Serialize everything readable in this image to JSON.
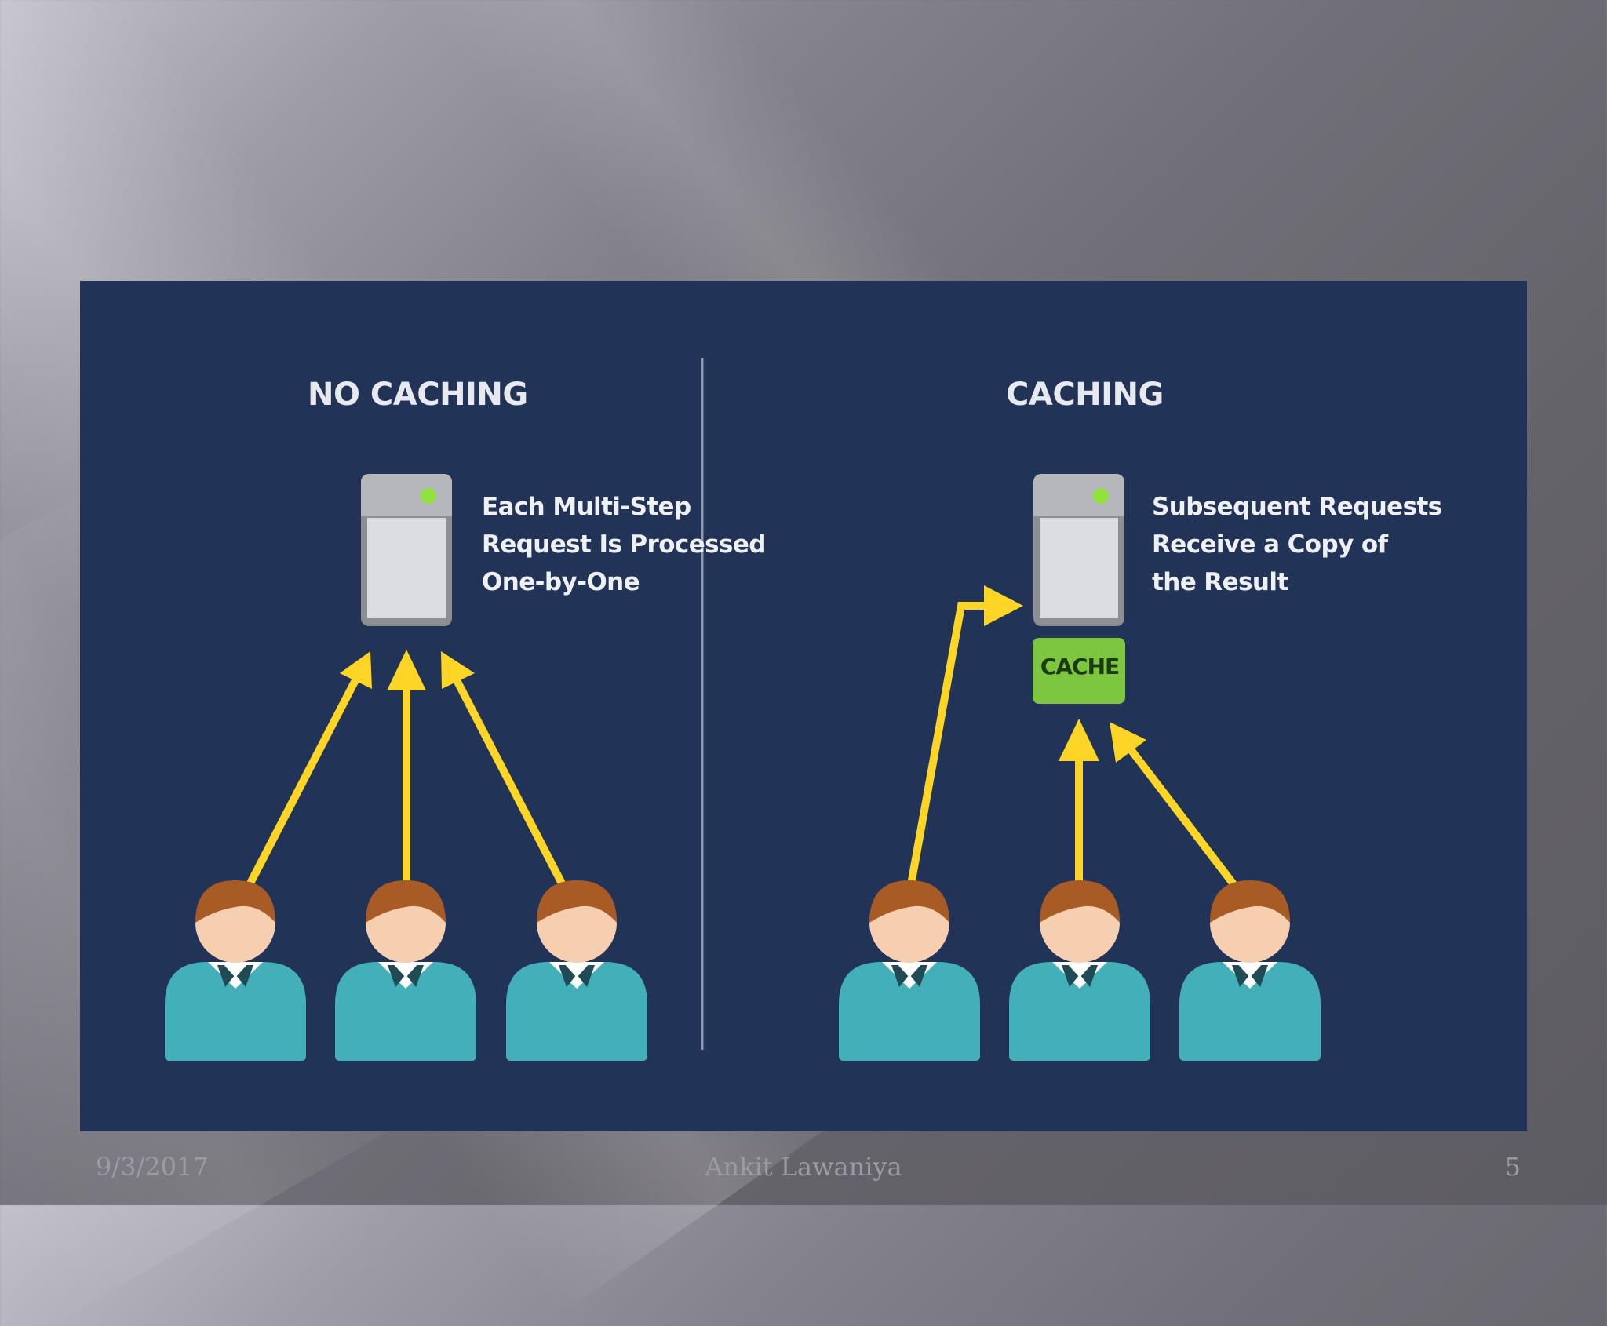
{
  "sections": {
    "no_caching": {
      "heading": "NO CACHING",
      "description_lines": [
        "Each Multi-Step",
        "Request Is Processed",
        "One-by-One"
      ]
    },
    "caching": {
      "heading": "CACHING",
      "description_lines": [
        "Subsequent Requests",
        "Receive a Copy of",
        "the Result"
      ],
      "cache_label": "CACHE"
    }
  },
  "footer": {
    "date": "9/3/2017",
    "author": "Ankit Lawaniya",
    "page_number": "5"
  },
  "colors": {
    "panel": "#223358",
    "arrow": "#fdd526",
    "cache_box": "#7dc63f",
    "server_indicator": "#8fe33c",
    "user_body": "#43afb8",
    "user_hair": "#a85b24",
    "user_face": "#f6cfb0"
  },
  "icons": [
    "server-icon",
    "user-icon",
    "arrow-icon"
  ]
}
